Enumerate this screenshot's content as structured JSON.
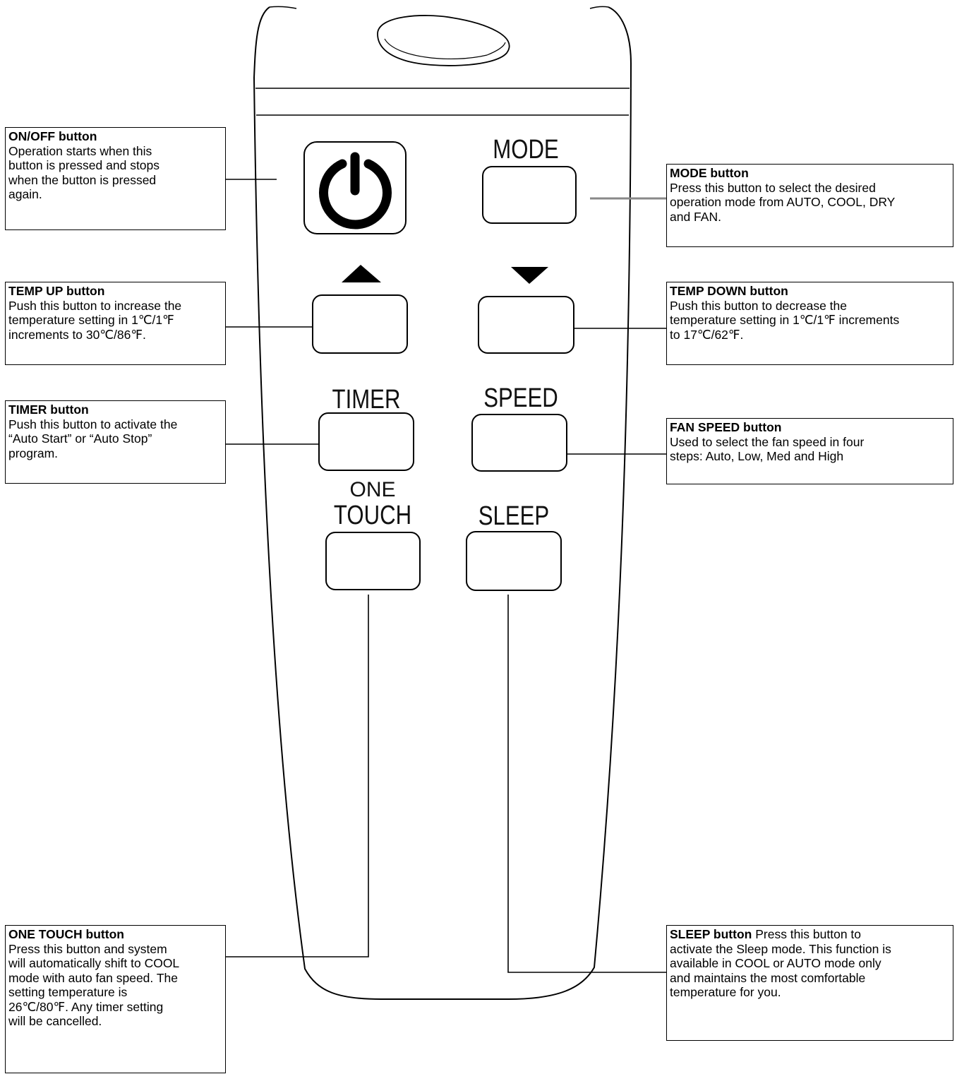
{
  "remote": {
    "buttons": {
      "mode": "MODE",
      "timer": "TIMER",
      "speed": "SPEED",
      "one_touch_line1": "ONE",
      "one_touch_line2": "TOUCH",
      "sleep": "SLEEP"
    },
    "icons": [
      "power-icon",
      "up-arrow-icon",
      "down-arrow-icon"
    ]
  },
  "callouts": {
    "on_off": {
      "title": "ON/OFF button",
      "lines": [
        "Operation starts when this",
        "button is pressed and stops",
        "when the button is pressed",
        "again."
      ]
    },
    "mode": {
      "title": "MODE button",
      "lines": [
        "Press this button to select the desired",
        "operation mode from AUTO, COOL, DRY",
        "and FAN."
      ]
    },
    "temp_up": {
      "title": "TEMP UP button",
      "lines": [
        "Push this button to increase the",
        "temperature setting in 1℃/1℉",
        "increments to 30℃/86℉."
      ]
    },
    "temp_down": {
      "title": "TEMP DOWN button",
      "lines": [
        "Push this button to decrease the",
        "temperature setting in 1℃/1℉ increments",
        "to 17℃/62℉."
      ]
    },
    "timer": {
      "title": "TIMER button",
      "lines": [
        "Push this button to activate the",
        "“Auto Start” or “Auto Stop”",
        "program."
      ]
    },
    "fan_speed": {
      "title": "FAN SPEED button",
      "lines": [
        "Used to select the fan speed in four",
        "steps: Auto, Low, Med and High"
      ]
    },
    "one_touch": {
      "title": "ONE TOUCH  button",
      "lines": [
        "Press this button and system",
        "will automatically shift to COOL",
        "mode with auto fan speed. The",
        "setting temperature is",
        "26℃/80℉. Any timer setting",
        "will be cancelled."
      ]
    },
    "sleep": {
      "title": "SLEEP button",
      "first_line_rest": " Press this button to",
      "lines": [
        "activate the Sleep mode. This function is",
        "available in COOL or AUTO mode only",
        "and maintains the most comfortable",
        "temperature for you."
      ]
    }
  }
}
